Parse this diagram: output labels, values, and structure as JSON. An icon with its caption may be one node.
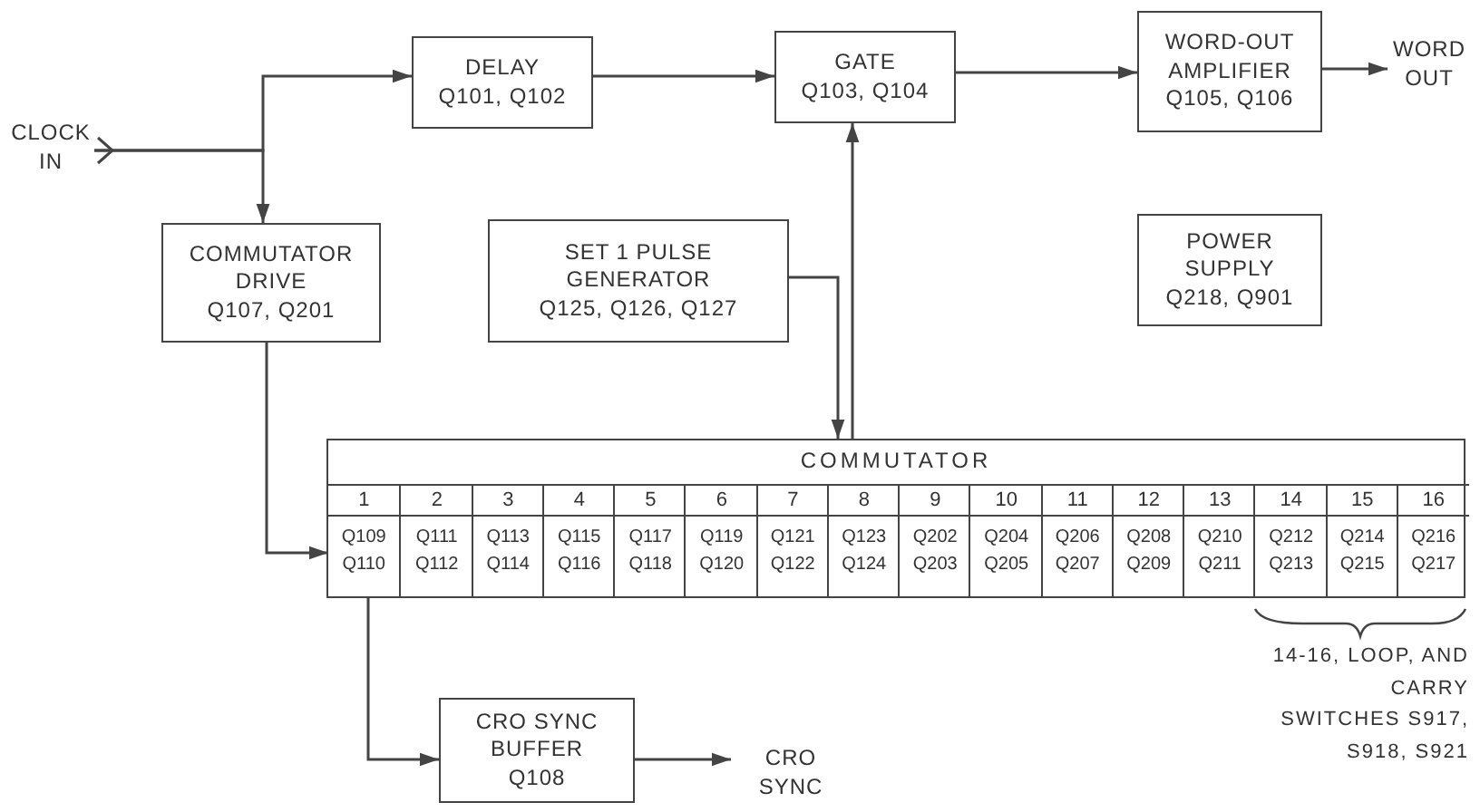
{
  "diagram": {
    "nodes": [
      {
        "text": [
          "CLOCK IN"
        ]
      },
      {
        "text": [
          "DELAY",
          "Q101, Q102"
        ]
      },
      {
        "text": [
          "GATE",
          "Q103, Q104"
        ]
      },
      {
        "text": [
          "WORD-OUT AMPLIFIER",
          "Q105, Q106"
        ]
      },
      {
        "text": [
          "WORD OUT"
        ]
      },
      {
        "text": [
          "COMMUTATOR DRIVE",
          "Q107, Q201"
        ]
      },
      {
        "text": [
          "SET 1 PULSE GENERATOR",
          "Q125, Q126, Q127"
        ]
      },
      {
        "text": [
          "POWER SUPPLY",
          "Q218, Q901"
        ]
      },
      {
        "text": [
          "COMMUTATOR"
        ]
      },
      {
        "text": [
          "1",
          "Q109 Q110"
        ],
        "in": 8
      },
      {
        "text": [
          "2",
          "Q111 Q112"
        ],
        "in": 8
      },
      {
        "text": [
          "3",
          "Q113 Q114"
        ],
        "in": 8
      },
      {
        "text": [
          "4",
          "Q115 Q116"
        ],
        "in": 8
      },
      {
        "text": [
          "5",
          "Q117 Q118"
        ],
        "in": 8
      },
      {
        "text": [
          "6",
          "Q119 Q120"
        ],
        "in": 8
      },
      {
        "text": [
          "7",
          "Q121 Q122"
        ],
        "in": 8
      },
      {
        "text": [
          "8",
          "Q123 Q124"
        ],
        "in": 8
      },
      {
        "text": [
          "9",
          "Q202 Q203"
        ],
        "in": 8
      },
      {
        "text": [
          "10",
          "Q204 Q205"
        ],
        "in": 8
      },
      {
        "text": [
          "11",
          "Q206 Q207"
        ],
        "in": 8
      },
      {
        "text": [
          "12",
          "Q208 Q209"
        ],
        "in": 8
      },
      {
        "text": [
          "13",
          "Q210 Q211"
        ],
        "in": 8
      },
      {
        "text": [
          "14",
          "Q212 Q213"
        ],
        "in": 8
      },
      {
        "text": [
          "15",
          "Q214 Q215"
        ],
        "in": 8
      },
      {
        "text": [
          "16",
          "Q216 Q217"
        ],
        "in": 8
      },
      {
        "text": [
          "CRO SYNC BUFFER",
          "Q108"
        ]
      },
      {
        "text": [
          "CRO SYNC"
        ]
      }
    ],
    "edges": [
      {
        "from": 0,
        "to": 1,
        "arrow": "to"
      },
      {
        "from": 0,
        "to": 5,
        "arrow": "to"
      },
      {
        "from": 1,
        "to": 2,
        "arrow": "to"
      },
      {
        "from": 2,
        "to": 3,
        "arrow": "to"
      },
      {
        "from": 3,
        "to": 4,
        "arrow": "to"
      },
      {
        "from": 6,
        "to": 8,
        "arrow": "to"
      },
      {
        "from": 8,
        "to": 2,
        "arrow": "to"
      },
      {
        "from": 5,
        "to": 9,
        "arrow": "to"
      },
      {
        "from": 9,
        "to": 25,
        "arrow": "to"
      },
      {
        "from": 25,
        "to": 26,
        "arrow": "to"
      }
    ],
    "labels": [
      "14-16, LOOP, AND CARRY SWITCHES S917, S918, S921"
    ]
  }
}
